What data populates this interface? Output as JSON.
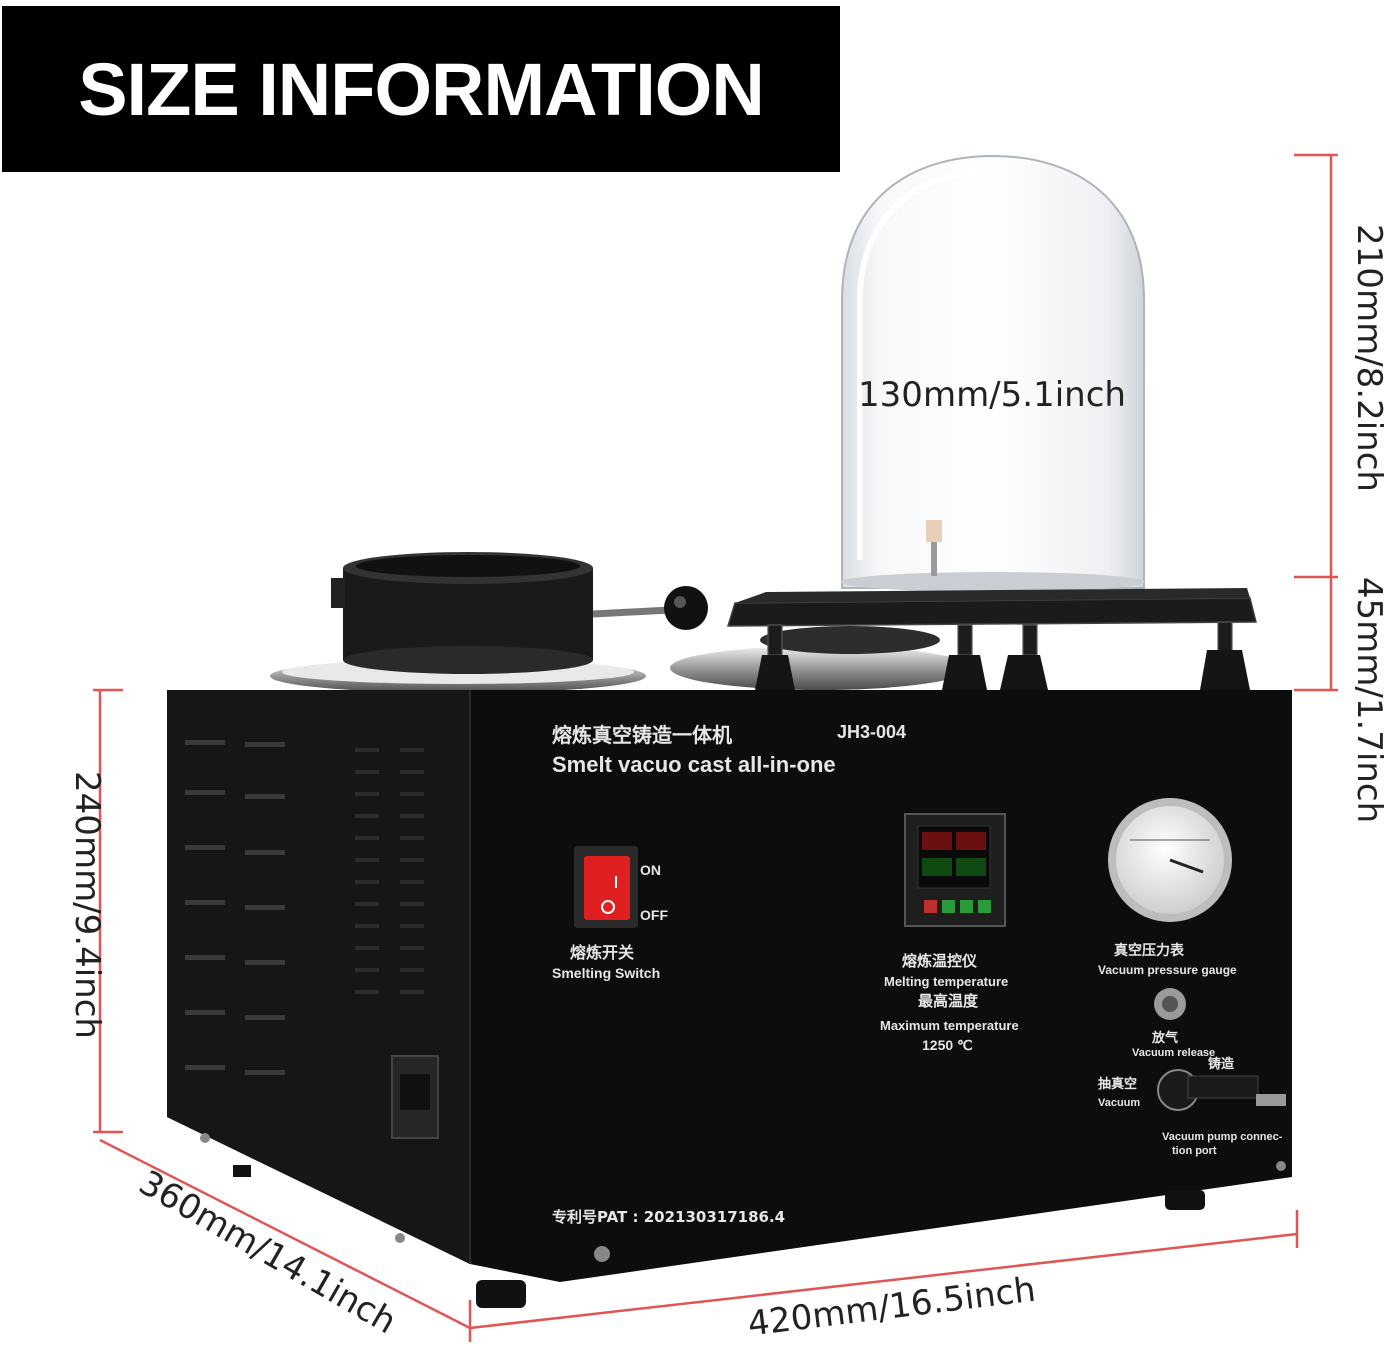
{
  "header": {
    "title": "SIZE INFORMATION"
  },
  "dimensions": {
    "dome_width": "130mm/5.1inch",
    "dome_height": "210mm/8.2inch",
    "plate_height": "45mm/1.7inch",
    "body_height": "240mm/9.4inch",
    "depth": "360mm/14.1inch",
    "width": "420mm/16.5inch"
  },
  "machine": {
    "name_cn": "熔炼真空铸造一体机",
    "name_en": "Smelt vacuo cast all-in-one",
    "model": "JH3-004",
    "switch": {
      "on": "ON",
      "off": "OFF",
      "label_cn": "熔炼开关",
      "label_en": "Smelting Switch"
    },
    "controller": {
      "label_cn": "熔炼温控仪",
      "label_en": "Melting  temperature",
      "max_cn": "最高温度",
      "max_en": "Maximum  temperature",
      "max_value": "1250 ℃"
    },
    "gauge": {
      "label_cn": "真空压力表",
      "label_en": "Vacuum pressure gauge"
    },
    "release": {
      "label_cn": "放气",
      "label_en": "Vacuum release"
    },
    "vacuum": {
      "label_cn": "抽真空",
      "label_en": "Vacuum"
    },
    "casting": {
      "label_cn": "铸造"
    },
    "pump_port": {
      "label_en_1": "Vacuum pump connec-",
      "label_en_2": "tion port"
    },
    "patent": "专利号PAT :  202130317186.4"
  },
  "colors": {
    "dimension_line": "#e05555",
    "machine_body": "#0d0d0d",
    "switch": "#e02020"
  }
}
